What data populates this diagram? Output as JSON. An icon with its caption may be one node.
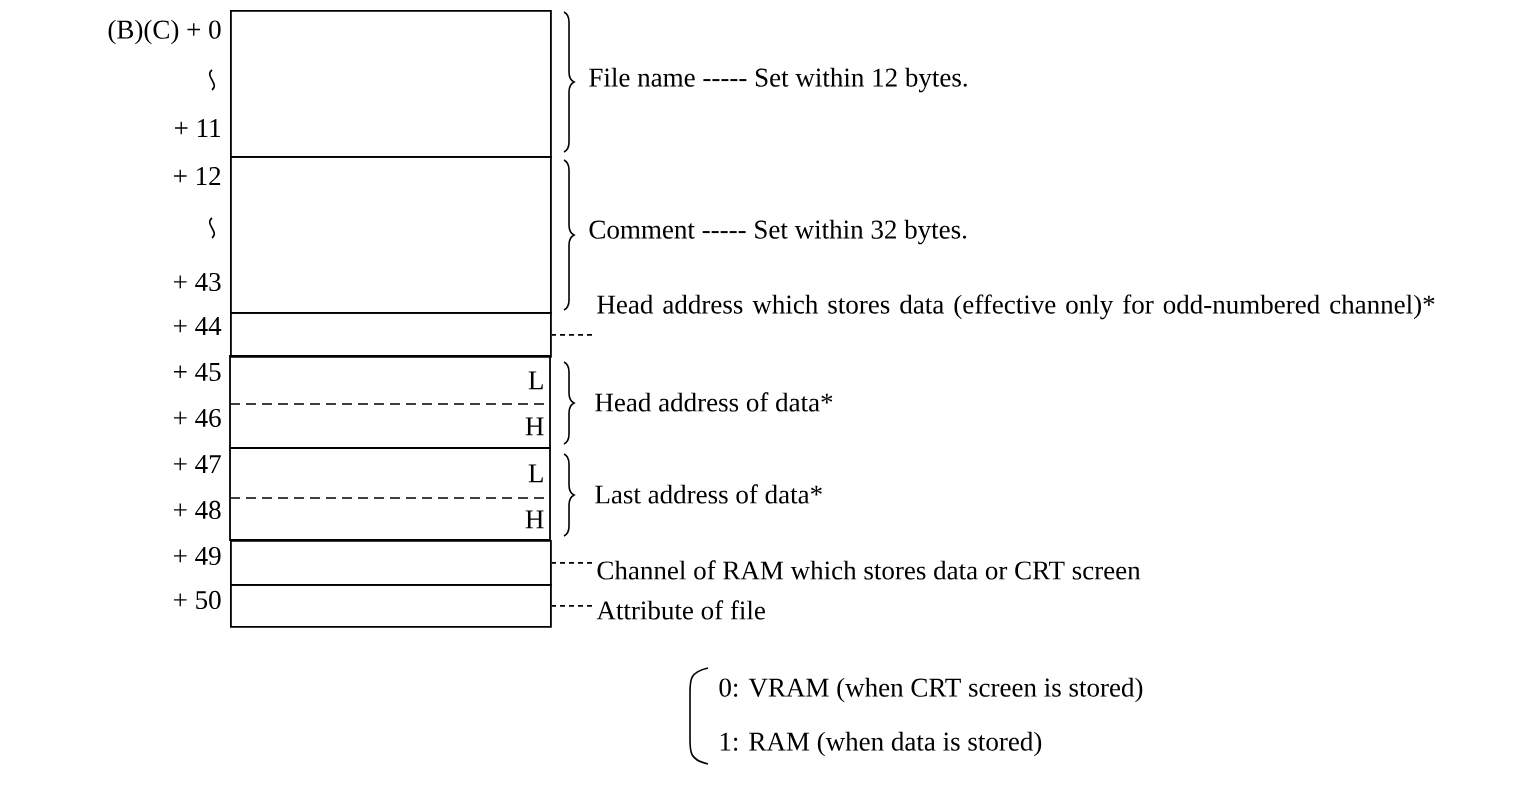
{
  "diagram": {
    "nodes": [
      {
        "text": [],
        "shape": "box"
      },
      {
        "text": [],
        "shape": "box"
      },
      {
        "text": [],
        "shape": "box"
      },
      {
        "text": [
          "L"
        ]
      },
      {
        "text": [
          "H"
        ]
      },
      {
        "text": [
          "L"
        ]
      },
      {
        "text": [
          "H"
        ]
      },
      {
        "text": [],
        "shape": "box"
      },
      {
        "text": [],
        "shape": "box"
      },
      {
        "text": [
          "Head address which stores data (effective only for odd-numbered channel)*"
        ]
      },
      {
        "text": [
          "Channel of RAM which stores data or CRT screen"
        ]
      },
      {
        "text": [
          "Attribute of file"
        ]
      }
    ],
    "edges": [
      {
        "from": 9,
        "to": 2,
        "arrow": "none",
        "style": "dashed"
      },
      {
        "from": 10,
        "to": 7,
        "arrow": "none",
        "style": "dashed"
      },
      {
        "from": 11,
        "to": 8,
        "arrow": "none",
        "style": "dashed"
      }
    ],
    "labels": [
      "(B)(C) + 0",
      "+ 11",
      "+ 12",
      "+ 43",
      "+ 44",
      "+ 45",
      "+ 46",
      "+ 47",
      "+ 48",
      "+ 49",
      "+ 50",
      "File name ----- Set within 12 bytes.",
      "Comment ----- Set within 32 bytes.",
      "Head address of data*",
      "Last address of data*",
      "0: VRAM (when CRT screen is stored)",
      "1: RAM (when data is stored)"
    ]
  }
}
